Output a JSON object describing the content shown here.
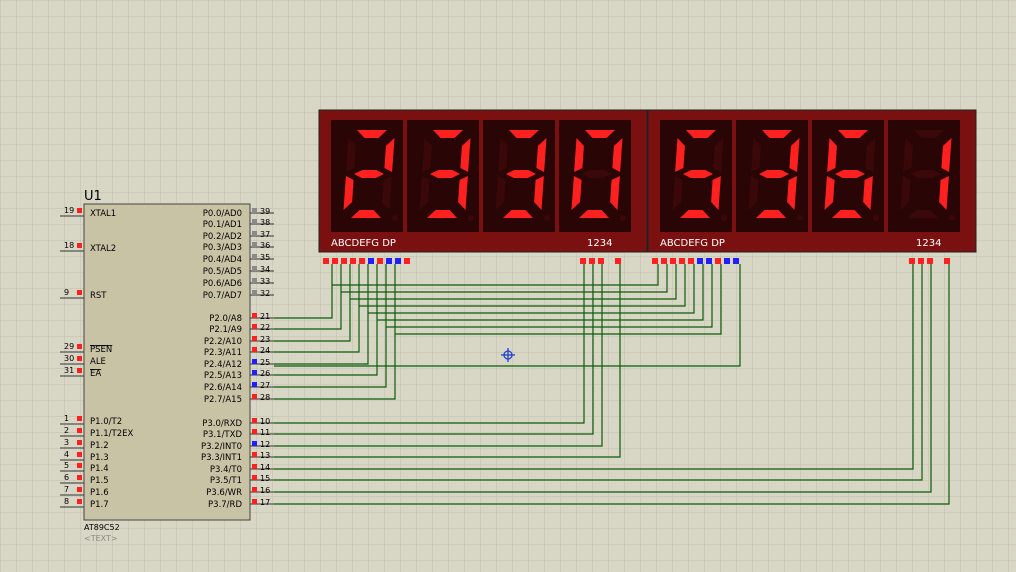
{
  "chip": {
    "ref": "U1",
    "part": "AT89C52",
    "text_placeholder": "<TEXT>",
    "left_pins": [
      {
        "num": "19",
        "label": "XTAL1",
        "overline": false
      },
      {
        "num": "18",
        "label": "XTAL2",
        "overline": false
      },
      {
        "num": "9",
        "label": "RST",
        "overline": false
      },
      {
        "num": "29",
        "label": "PSEN",
        "overline": true
      },
      {
        "num": "30",
        "label": "ALE",
        "overline": false
      },
      {
        "num": "31",
        "label": "EA",
        "overline": true
      },
      {
        "num": "1",
        "label": "P1.0/T2",
        "overline": false
      },
      {
        "num": "2",
        "label": "P1.1/T2EX",
        "overline": false
      },
      {
        "num": "3",
        "label": "P1.2",
        "overline": false
      },
      {
        "num": "4",
        "label": "P1.3",
        "overline": false
      },
      {
        "num": "5",
        "label": "P1.4",
        "overline": false
      },
      {
        "num": "6",
        "label": "P1.5",
        "overline": false
      },
      {
        "num": "7",
        "label": "P1.6",
        "overline": false
      },
      {
        "num": "8",
        "label": "P1.7",
        "overline": false
      }
    ],
    "right_pins": [
      {
        "num": "39",
        "label": "P0.0/AD0",
        "overline": false
      },
      {
        "num": "38",
        "label": "P0.1/AD1",
        "overline": false
      },
      {
        "num": "37",
        "label": "P0.2/AD2",
        "overline": false
      },
      {
        "num": "36",
        "label": "P0.3/AD3",
        "overline": false
      },
      {
        "num": "35",
        "label": "P0.4/AD4",
        "overline": false
      },
      {
        "num": "34",
        "label": "P0.5/AD5",
        "overline": false
      },
      {
        "num": "33",
        "label": "P0.6/AD6",
        "overline": false
      },
      {
        "num": "32",
        "label": "P0.7/AD7",
        "overline": false
      },
      {
        "num": "21",
        "label": "P2.0/A8",
        "overline": false
      },
      {
        "num": "22",
        "label": "P2.1/A9",
        "overline": false
      },
      {
        "num": "23",
        "label": "P2.2/A10",
        "overline": false
      },
      {
        "num": "24",
        "label": "P2.3/A11",
        "overline": false
      },
      {
        "num": "25",
        "label": "P2.4/A12",
        "overline": false
      },
      {
        "num": "26",
        "label": "P2.5/A13",
        "overline": false
      },
      {
        "num": "27",
        "label": "P2.6/A14",
        "overline": false
      },
      {
        "num": "28",
        "label": "P2.7/A15",
        "overline": false
      },
      {
        "num": "10",
        "label": "P3.0/RXD",
        "overline": false
      },
      {
        "num": "11",
        "label": "P3.1/TXD",
        "overline": false
      },
      {
        "num": "12",
        "label": "P3.2/INT0",
        "overline": false
      },
      {
        "num": "13",
        "label": "P3.3/INT1",
        "overline": false
      },
      {
        "num": "14",
        "label": "P3.4/T0",
        "overline": false
      },
      {
        "num": "15",
        "label": "P3.5/T1",
        "overline": false
      },
      {
        "num": "16",
        "label": "P3.6/WR",
        "overline": false
      },
      {
        "num": "17",
        "label": "P3.7/RD",
        "overline": false
      }
    ]
  },
  "displays": [
    {
      "digits": [
        "2",
        "3",
        "3",
        "0"
      ],
      "seg_label": "ABCDEFG  DP",
      "com_label": "1234"
    },
    {
      "digits": [
        "5",
        "3",
        "6",
        "1"
      ],
      "seg_label": "ABCDEFG  DP",
      "com_label": "1234"
    }
  ],
  "colors": {
    "background": "#d8d6c4",
    "grid": "#c2c0ad",
    "chip_fill": "#c9c3a6",
    "display_outer": "#7a1010",
    "digit_bg": "#2a0505",
    "segment_on": "#ff2020",
    "segment_off": "#3a0808",
    "wire": "#0b5e0b",
    "pin_high": "#ff2020",
    "pin_low": "#2020ff"
  }
}
